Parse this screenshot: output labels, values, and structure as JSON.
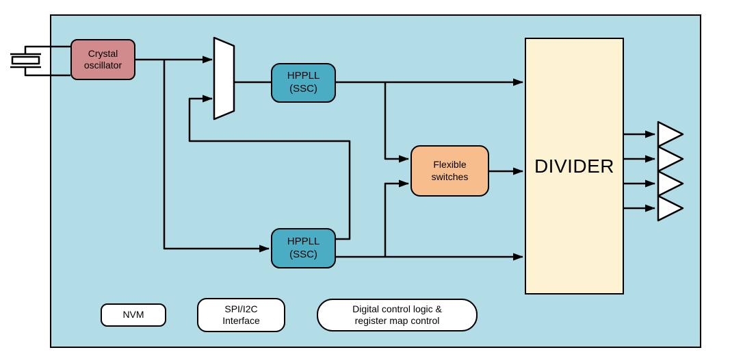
{
  "colors": {
    "canvas_bg": "#ffffff",
    "panel_fill": "#b2dce6",
    "outline": "#000000",
    "crystal_fill": "#d28b8d",
    "pll_fill": "#4badc4",
    "switches_fill": "#f7bd8d",
    "divider_fill": "#fdf3d3",
    "io_box_fill": "#ffffff"
  },
  "blocks": {
    "crystal_oscillator": {
      "label": "Crystal\noscillator"
    },
    "hppll_top": {
      "label": "HPPLL\n(SSC)"
    },
    "hppll_bottom": {
      "label": "HPPLL\n(SSC)"
    },
    "flexible_switches": {
      "label": "Flexible\nswitches"
    },
    "divider": {
      "label": "DIVIDER"
    },
    "nvm": {
      "label": "NVM"
    },
    "spi_i2c_interface": {
      "label": "SPI/I2C\nInterface"
    },
    "digital_control": {
      "label": "Digital control logic &\nregister map control"
    }
  },
  "symbols": {
    "mux": "2-input multiplexer",
    "crystal": "quartz crystal symbol",
    "output_buffer_count": 4
  }
}
